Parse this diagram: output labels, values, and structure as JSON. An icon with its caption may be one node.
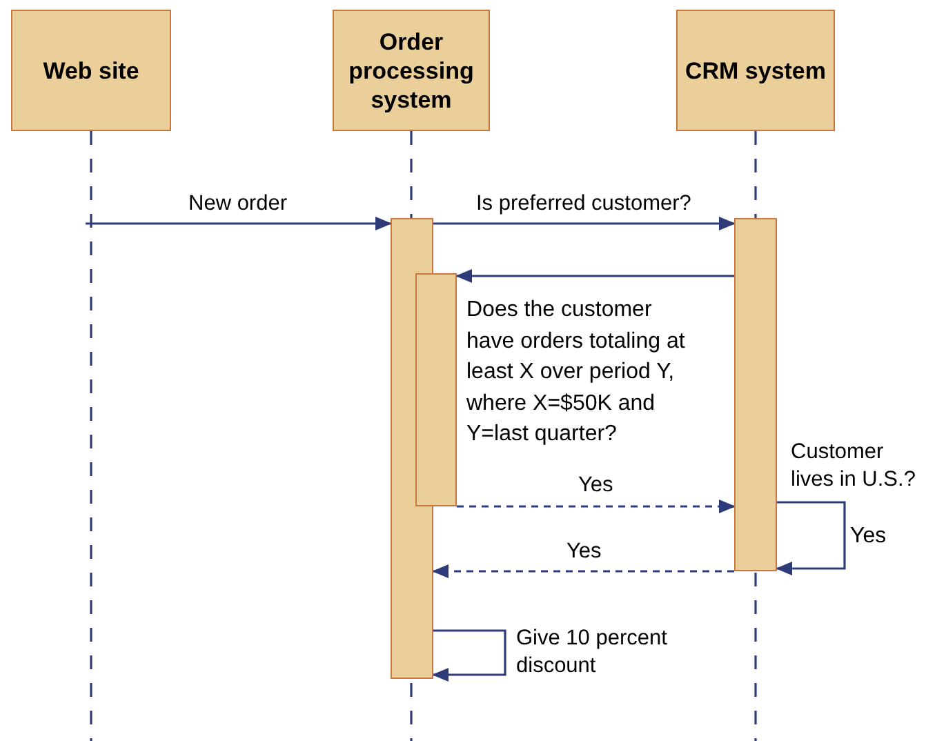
{
  "diagram": {
    "nodes": [
      {
        "text": [
          "Web site"
        ]
      },
      {
        "text": [
          "Order processing system"
        ]
      },
      {
        "text": [
          "CRM system"
        ]
      },
      {
        "text": [],
        "shape": "bar"
      },
      {
        "text": [],
        "shape": "bar"
      },
      {
        "text": [],
        "shape": "bar"
      }
    ],
    "edges": [
      {
        "from": null,
        "to": 3,
        "arrow": "to",
        "label": "New order"
      },
      {
        "from": 3,
        "to": 5,
        "arrow": "to",
        "label": "Is preferred customer?"
      },
      {
        "from": 5,
        "to": 4,
        "arrow": "to"
      },
      {
        "from": 4,
        "to": 5,
        "arrow": "to",
        "label": "Yes",
        "style": "dashed"
      },
      {
        "from": 5,
        "to": 5,
        "arrow": "to",
        "label": "Customer lives in U.S.?"
      },
      {
        "from": 5,
        "to": 3,
        "arrow": "to",
        "label": "Yes",
        "style": "dashed"
      },
      {
        "from": 3,
        "to": 3,
        "arrow": "to",
        "label": "Give 10 percent discount"
      }
    ],
    "labels": [
      "Does the customer have orders totaling at least X over period Y, where X=$50K and Y=last quarter?",
      "Yes"
    ]
  }
}
